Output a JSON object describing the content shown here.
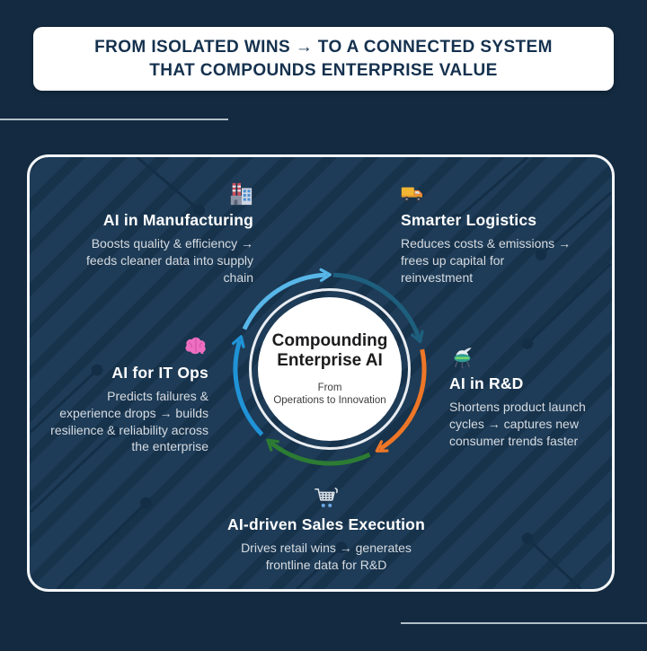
{
  "header": {
    "title": "FROM ISOLATED WINS → TO A CONNECTED SYSTEM\nTHAT COMPOUNDS ENTERPRISE VALUE"
  },
  "hub": {
    "title": "Compounding Enterprise AI",
    "subtitle": "From\nOperations to Innovation",
    "cycle_direction": "clockwise"
  },
  "sections": [
    {
      "id": "manufacturing",
      "icon": "factory-icon",
      "title": "AI in Manufacturing",
      "description": "Boosts quality & efficiency → feeds cleaner data into supply chain"
    },
    {
      "id": "logistics",
      "icon": "truck-icon",
      "title": "Smarter Logistics",
      "description": "Reduces costs & emissions → frees up capital for reinvestment"
    },
    {
      "id": "it-ops",
      "icon": "brain-icon",
      "title": "AI for IT Ops",
      "description": "Predicts failures & experience drops → builds resilience & reliability across the enterprise"
    },
    {
      "id": "rnd",
      "icon": "flying-saucer-icon",
      "title": "AI in R&D",
      "description": "Shortens product launch cycles → captures new consumer trends faster"
    },
    {
      "id": "sales",
      "icon": "shopping-cart-icon",
      "title": "AI-driven Sales Execution",
      "description": "Drives retail wins → generates frontline data for R&D"
    }
  ],
  "colors": {
    "background": "#132a40",
    "card_background": "#1e3c57",
    "card_stripe": "#17324b",
    "card_border": "#f4f6f8",
    "header_background": "#ffffff",
    "header_text": "#15314e",
    "section_title": "#ffffff",
    "section_text": "#d6dbe1",
    "divider": "#b3bfc9",
    "arc_light_blue": "#58b6e8",
    "arc_dark_teal": "#1e5f7e",
    "arc_orange": "#ee7627",
    "arc_green": "#2c7c33",
    "arc_blue": "#2093d7"
  }
}
